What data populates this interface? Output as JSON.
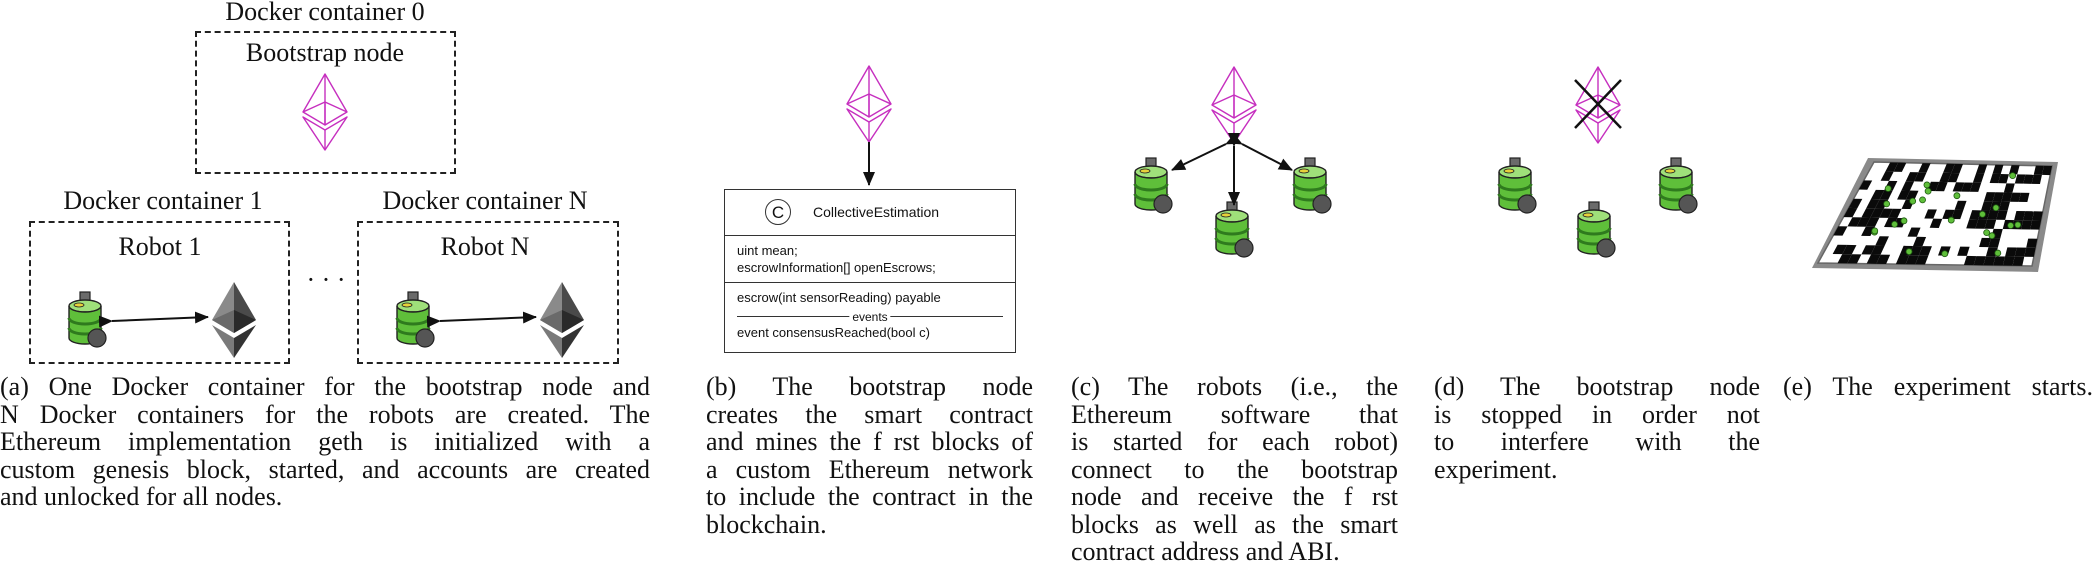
{
  "panel_a": {
    "bootstrap_container": "Docker container 0",
    "bootstrap_node": "Bootstrap node",
    "container_1": "Docker container 1",
    "robot_1": "Robot 1",
    "container_n": "Docker container N",
    "robot_n": "Robot N",
    "ellipsis": "· · ·",
    "caption": [
      "(a) One Docker container for the bootstrap node and",
      "N Docker containers for the robots are created. The",
      "Ethereum implementation geth is initialized with a",
      "custom genesis block, started, and accounts are created",
      "and unlocked for all nodes."
    ]
  },
  "panel_b": {
    "contract_badge": "C",
    "contract_name": "CollectiveEstimation",
    "fields": [
      "uint mean;",
      "escrowInformation[] openEscrows;"
    ],
    "functions": [
      "escrow(int sensorReading) payable"
    ],
    "events_divider": "events",
    "events": [
      "event consensusReached(bool c)"
    ],
    "caption": [
      "(b) The bootstrap node",
      "creates the smart contract",
      "and mines the f rst blocks of",
      "a custom Ethereum network",
      "to include the contract in the",
      "blockchain."
    ]
  },
  "panel_c": {
    "caption": [
      "(c) The robots (i.e., the",
      "Ethereum software that",
      "is started for each robot)",
      "connect to the bootstrap",
      "node and receive the f rst",
      "blocks as well as the smart",
      "contract address and ABI."
    ]
  },
  "panel_d": {
    "caption": [
      "(d) The bootstrap node",
      "is stopped in order not",
      "to interfere with the",
      "experiment."
    ]
  },
  "panel_e": {
    "caption": [
      "(e) The experiment starts."
    ]
  },
  "colors": {
    "ethereum_magenta": "#c62fbf",
    "robot_green": "#5fbf3a",
    "robot_dark_green": "#2f7a1e",
    "ethereum_dark": "#3a3a3a",
    "arena_wall": "#8a8a8a"
  }
}
